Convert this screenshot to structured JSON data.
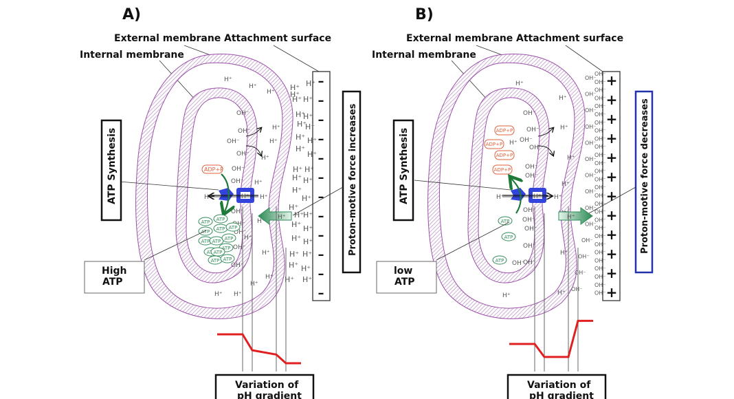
{
  "panels": [
    {
      "id": "A",
      "heading": "A)",
      "external_membrane_label": "External membrane",
      "internal_membrane_label": "Internal membrane",
      "attachment_surface_label": "Attachment surface",
      "atp_synthesis_label": "ATP Synthesis",
      "atp_level_label_line1": "High",
      "atp_level_label_line2": "ATP",
      "pmf_label": "Proton-motive force  increases",
      "pmf_box_color": "#111111",
      "surface_charge": "-",
      "surface_charge_count": 12,
      "ph_box_line1": "Variation of",
      "ph_box_line2": "pH gradient",
      "proton_arrow_direction": "inward",
      "adp_count": 1,
      "atp_count": 13,
      "adp_label": "ADP+P",
      "atp_label": "ATP",
      "proton_label": "H+",
      "hydroxide_label": "OH-",
      "ph_profile": [
        0.0,
        0.0,
        0.55,
        0.7,
        1.0,
        1.0
      ]
    },
    {
      "id": "B",
      "heading": "B)",
      "external_membrane_label": "External membrane",
      "internal_membrane_label": "Internal membrane",
      "attachment_surface_label": "Attachment surface",
      "atp_synthesis_label": "ATP Synthesis",
      "atp_level_label_line1": "low",
      "atp_level_label_line2": "ATP",
      "pmf_label": "Proton-motive force decreases",
      "pmf_box_color": "#2233aa",
      "surface_charge": "+",
      "surface_charge_count": 12,
      "ph_box_line1": "Variation of",
      "ph_box_line2": "pH gradient",
      "proton_arrow_direction": "outward",
      "adp_count": 4,
      "atp_count": 3,
      "adp_label": "ADP+P",
      "atp_label": "ATP",
      "proton_label": "H+",
      "hydroxide_label": "OH-",
      "ph_profile": [
        0.0,
        0.0,
        0.45,
        0.45,
        -0.8,
        -0.8
      ]
    }
  ],
  "colors": {
    "membrane": "#9b4fa8",
    "membrane_hatch": "#b88cc4",
    "synthase": "#3344dd",
    "adp": "#e0603a",
    "atp": "#2e8b57",
    "green_arrow": "#1f7a3a",
    "ph_line": "#e02020"
  }
}
